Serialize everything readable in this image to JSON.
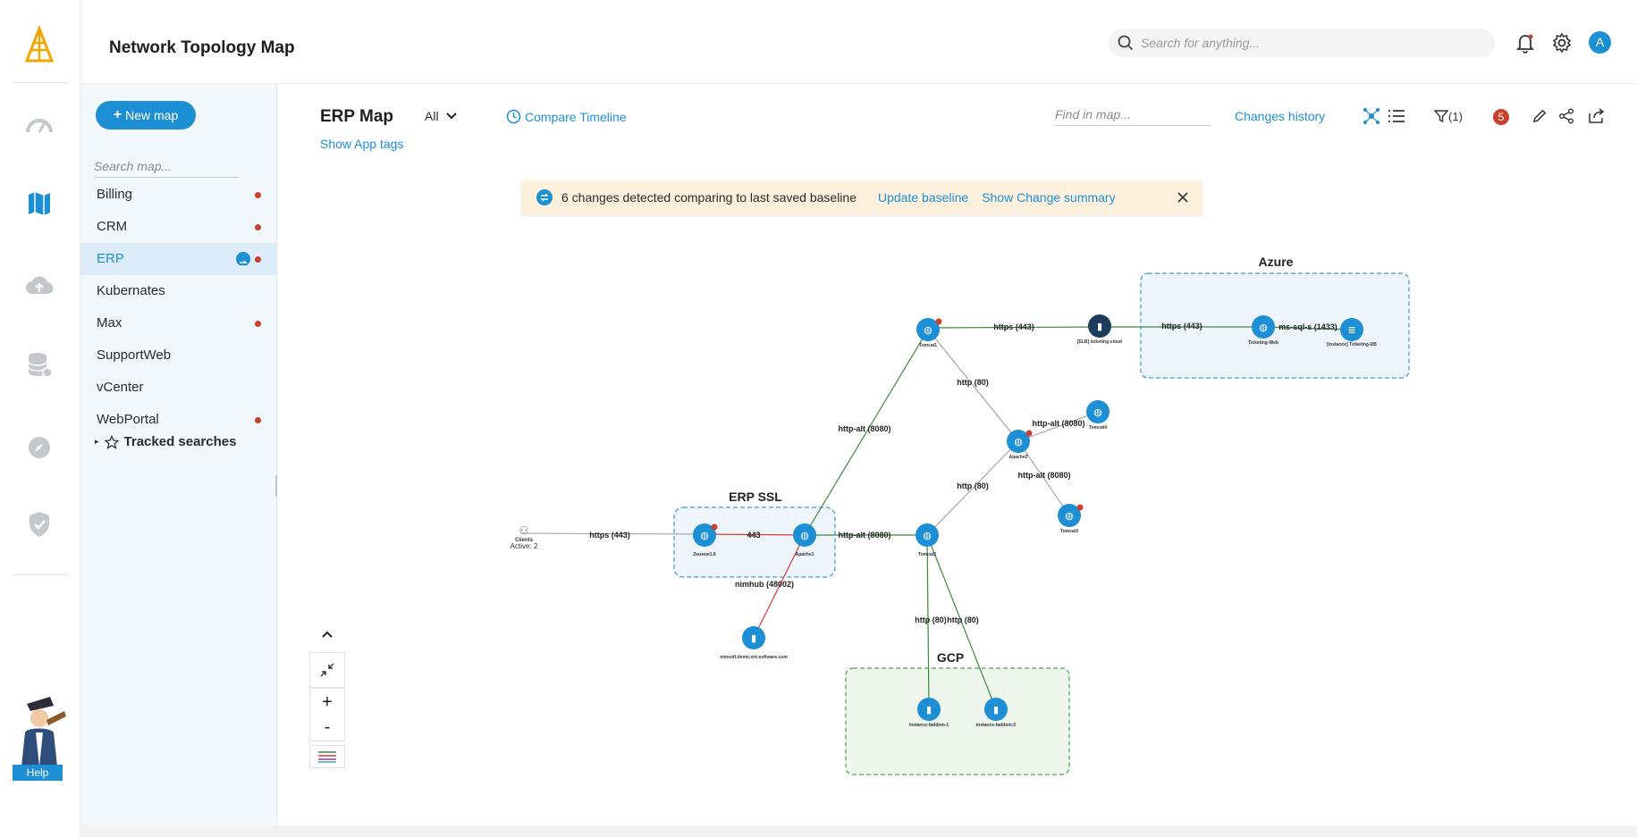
{
  "header": {
    "title": "Network Topology Map",
    "search_placeholder": "Search for anything...",
    "avatar_initial": "A"
  },
  "rail": {
    "items": [
      "dashboard-icon",
      "map-icon",
      "cloud-icon",
      "database-icon",
      "compass-icon",
      "shield-icon"
    ],
    "active": "map-icon",
    "help_label": "Help"
  },
  "maps": {
    "new_map_label": "New map",
    "search_placeholder": "Search map...",
    "items": [
      {
        "label": "Billing",
        "alert": true
      },
      {
        "label": "CRM",
        "alert": true
      },
      {
        "label": "ERP",
        "alert": true,
        "active": true,
        "sync": true
      },
      {
        "label": "Kubernates",
        "alert": false
      },
      {
        "label": "Max",
        "alert": true
      },
      {
        "label": "SupportWeb",
        "alert": false
      },
      {
        "label": "vCenter",
        "alert": false
      },
      {
        "label": "WebPortal",
        "alert": true
      }
    ],
    "tracked_label": "Tracked searches"
  },
  "toolbar": {
    "map_title": "ERP Map",
    "filter_value": "All",
    "compare_label": "Compare Timeline",
    "app_tags_label": "Show App tags",
    "find_placeholder": "Find in map...",
    "changes_history_label": "Changes history",
    "filter_count": "(1)",
    "alert_count": "5"
  },
  "banner": {
    "message": "6 changes detected comparing to last saved baseline",
    "update_label": "Update baseline",
    "summary_label": "Show Change summary"
  },
  "topology": {
    "groups": [
      {
        "label": "Azure"
      },
      {
        "label": "ERP SSL"
      },
      {
        "label": "GCP"
      }
    ],
    "nodes": [
      {
        "label": "Clients",
        "sub": "Active: 2"
      },
      {
        "label": "Zeuswe1.6"
      },
      {
        "label": "Apache1"
      },
      {
        "label": "Tomcat1"
      },
      {
        "label": "Tomcat2"
      },
      {
        "label": "Tomcat3"
      },
      {
        "label": "Tomcat4"
      },
      {
        "label": "Apache2"
      },
      {
        "label": "[ELB] ticketing-cloud"
      },
      {
        "label": "Ticketing-Web"
      },
      {
        "label": "[instance] Ticketing-DB"
      },
      {
        "label": "nimsoft.demo.xnt-software.com"
      },
      {
        "label": "instance-faddom-1"
      },
      {
        "label": "instance-faddom-2"
      }
    ],
    "edges": [
      {
        "label": "https (443)"
      },
      {
        "label": "443"
      },
      {
        "label": "http-alt (8080)"
      },
      {
        "label": "http-alt (8080)"
      },
      {
        "label": "https (443)"
      },
      {
        "label": "https (443)"
      },
      {
        "label": "ms-sql-s (1433)"
      },
      {
        "label": "http (80)"
      },
      {
        "label": "http-alt (8080)"
      },
      {
        "label": "http (80)"
      },
      {
        "label": "http-alt (8080)"
      },
      {
        "label": "nimhub (48002)"
      },
      {
        "label": "http (80)"
      },
      {
        "label": "http (80)"
      }
    ],
    "colors": {
      "node": "#1d8fd4",
      "edge_ok": "#3a8a3a",
      "edge_new": "#d93a3a",
      "edge_plain": "#9a9a9a",
      "alert": "#c7412d"
    }
  }
}
